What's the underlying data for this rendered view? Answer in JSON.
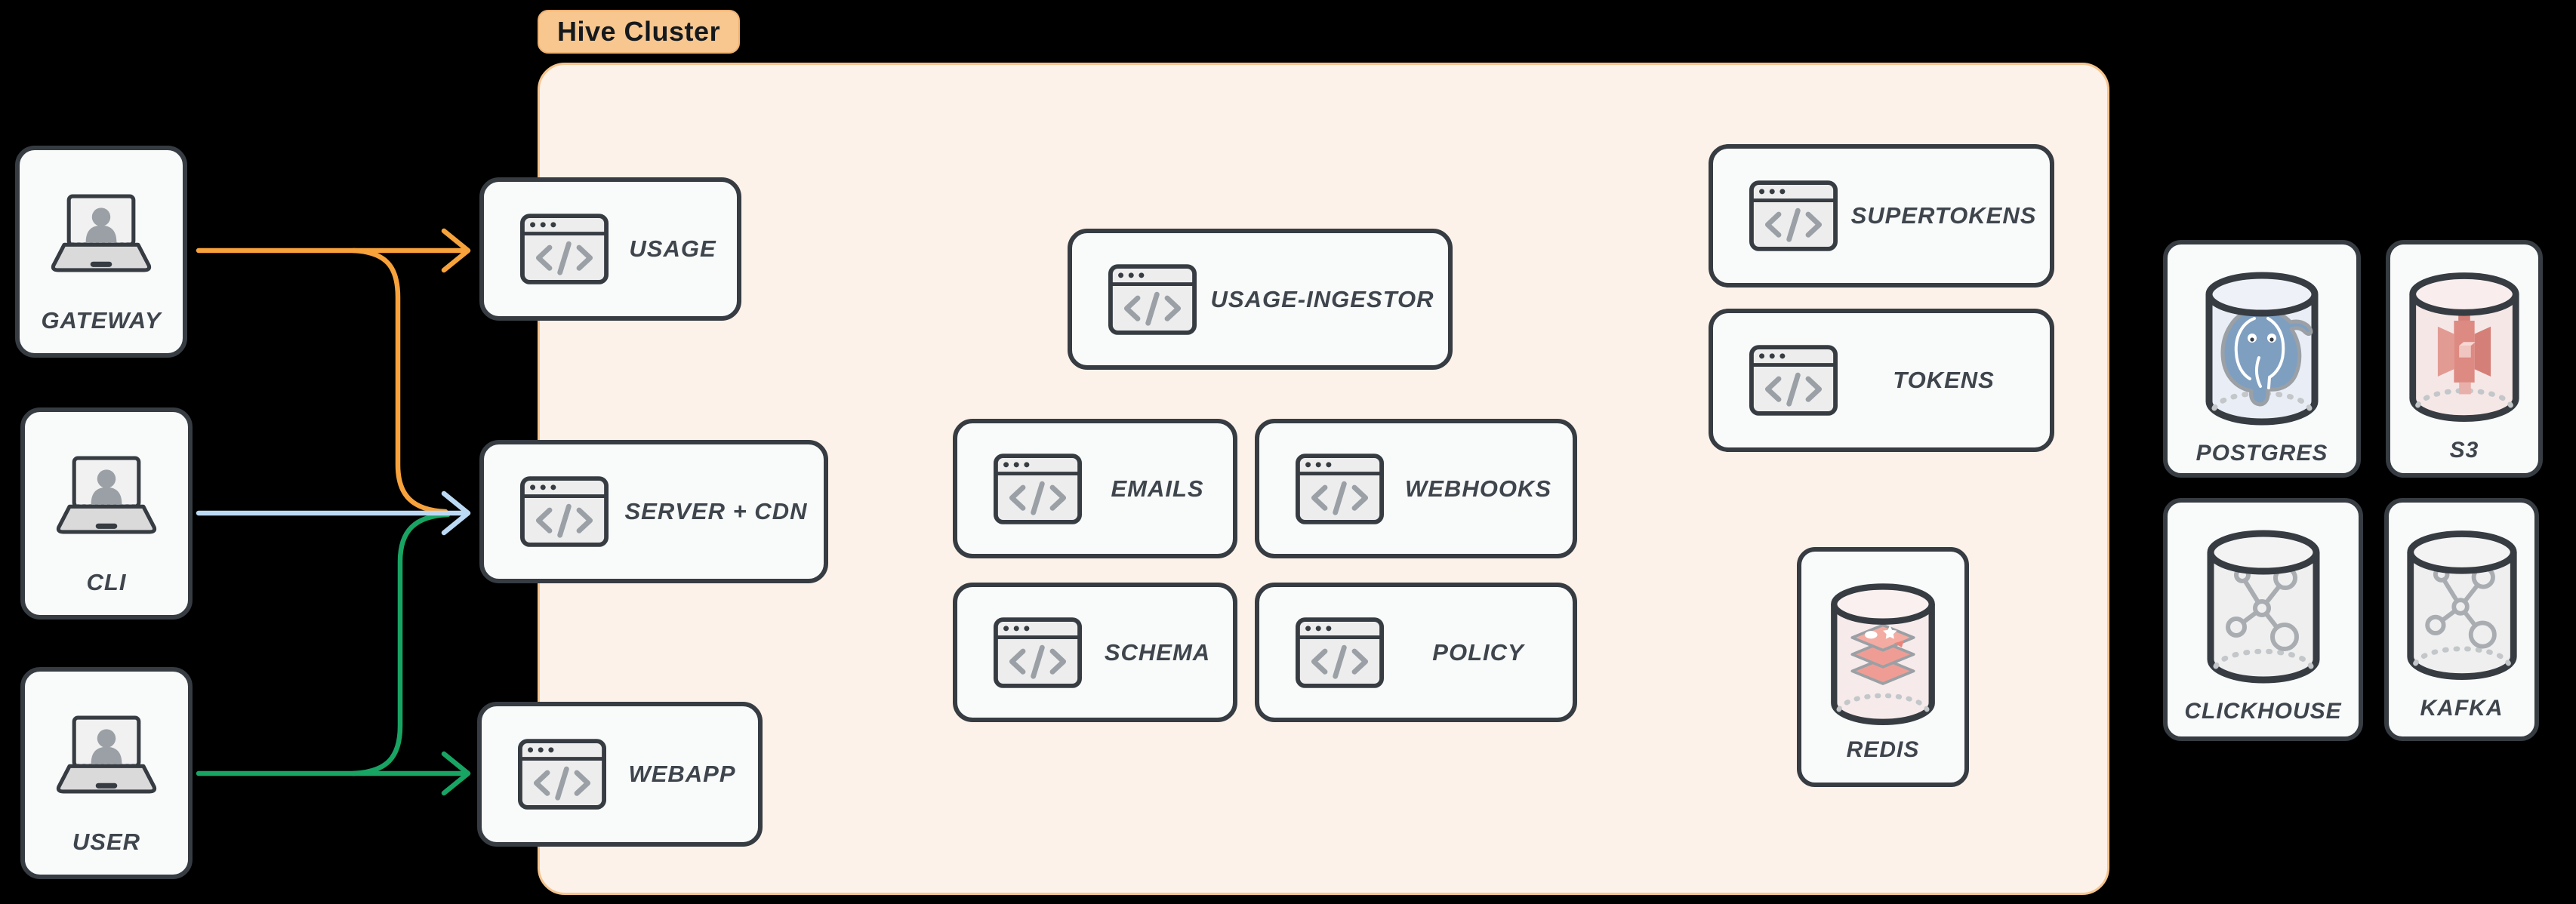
{
  "canvas": {
    "background": "#000000"
  },
  "cluster": {
    "label": "Hive Cluster",
    "fill": "#fdf2e9",
    "border_color": "#f6c48e",
    "pill_fill": "#f7c78f"
  },
  "clients": [
    {
      "id": "gateway",
      "label": "GATEWAY",
      "icon": "laptop-user-icon"
    },
    {
      "id": "cli",
      "label": "CLI",
      "icon": "laptop-user-icon"
    },
    {
      "id": "user",
      "label": "USER",
      "icon": "laptop-user-icon"
    }
  ],
  "services": [
    {
      "id": "usage",
      "label": "USAGE",
      "icon": "code-window-icon"
    },
    {
      "id": "server-cdn",
      "label": "SERVER + CDN",
      "icon": "code-window-icon"
    },
    {
      "id": "webapp",
      "label": "WEBAPP",
      "icon": "code-window-icon"
    },
    {
      "id": "usage-ingestor",
      "label": "USAGE-INGESTOR",
      "icon": "code-window-icon"
    },
    {
      "id": "emails",
      "label": "EMAILS",
      "icon": "code-window-icon"
    },
    {
      "id": "webhooks",
      "label": "WEBHOOKS",
      "icon": "code-window-icon"
    },
    {
      "id": "schema",
      "label": "SCHEMA",
      "icon": "code-window-icon"
    },
    {
      "id": "policy",
      "label": "POLICY",
      "icon": "code-window-icon"
    },
    {
      "id": "supertokens",
      "label": "SUPERTOKENS",
      "icon": "code-window-icon"
    },
    {
      "id": "tokens",
      "label": "TOKENS",
      "icon": "code-window-icon"
    },
    {
      "id": "redis",
      "label": "REDIS",
      "icon": "database-redis-icon"
    }
  ],
  "datastores": [
    {
      "id": "postgres",
      "label": "POSTGRES",
      "icon": "database-postgres-icon"
    },
    {
      "id": "s3",
      "label": "S3",
      "icon": "database-s3-icon"
    },
    {
      "id": "clickhouse",
      "label": "CLICKHOUSE",
      "icon": "database-network-icon"
    },
    {
      "id": "kafka",
      "label": "KAFKA",
      "icon": "database-network-icon"
    }
  ],
  "connections": [
    {
      "from": "gateway",
      "to": "usage",
      "color_key": "orange"
    },
    {
      "from": "gateway",
      "to": "server-cdn",
      "color_key": "orange"
    },
    {
      "from": "cli",
      "to": "server-cdn",
      "color_key": "blue"
    },
    {
      "from": "user",
      "to": "server-cdn",
      "color_key": "green"
    },
    {
      "from": "user",
      "to": "webapp",
      "color_key": "green"
    }
  ],
  "colors": {
    "arrow_orange": "#f7a23b",
    "arrow_blue": "#bcd9f4",
    "arrow_green": "#18a463",
    "node_border": "#363c42",
    "node_fill": "#f9fbfb",
    "label_text": "#3f454c"
  }
}
